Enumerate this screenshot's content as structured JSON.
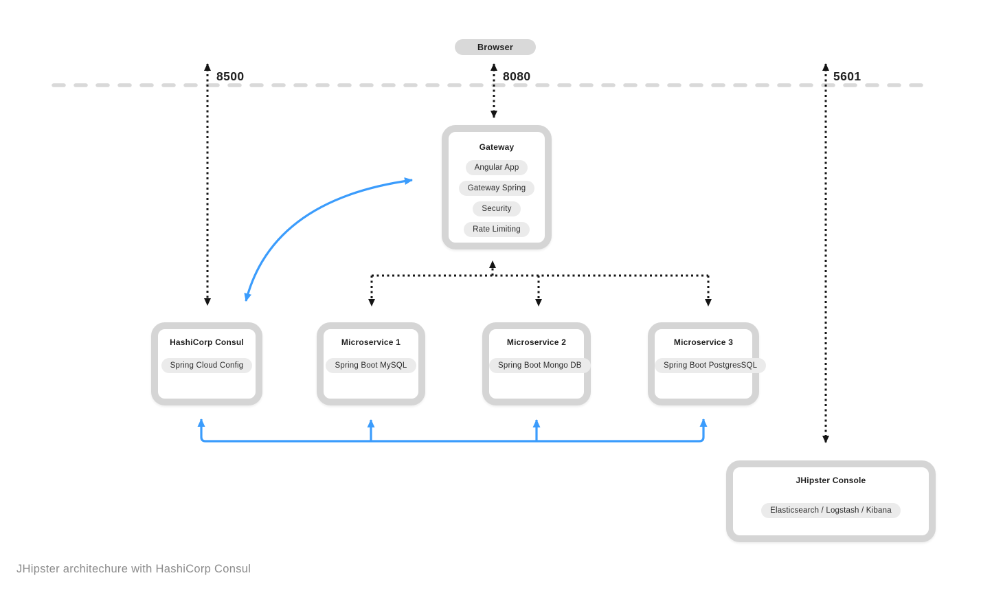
{
  "caption": "JHipster architechure with HashiCorp Consul",
  "browser": {
    "label": "Browser"
  },
  "ports": {
    "consul": "8500",
    "gateway": "8080",
    "console": "5601"
  },
  "nodes": {
    "gateway": {
      "title": "Gateway",
      "pills": [
        "Angular App",
        "Gateway Spring",
        "Security",
        "Rate Limiting"
      ]
    },
    "consul": {
      "title": "HashiCorp Consul",
      "pills": [
        "Spring Cloud Config"
      ]
    },
    "microservice1": {
      "title": "Microservice 1",
      "pills": [
        "Spring Boot MySQL"
      ]
    },
    "microservice2": {
      "title": "Microservice 2",
      "pills": [
        "Spring Boot Mongo DB"
      ]
    },
    "microservice3": {
      "title": "Microservice 3",
      "pills": [
        "Spring Boot PostgresSQL"
      ]
    },
    "console": {
      "title": "JHipster Console",
      "pills": [
        "Elasticsearch / Logstash / Kibana"
      ]
    }
  },
  "colors": {
    "accent_blue": "#3b9cfc",
    "arrow_black": "#141414",
    "box_border": "#d5d5d5",
    "pill_bg": "#ebebeb",
    "browser_pill_bg": "#d9d9d9",
    "dashed_line": "#d9d9d9",
    "text_dark": "#1f1f1f",
    "caption_gray": "#8b8b8b"
  }
}
